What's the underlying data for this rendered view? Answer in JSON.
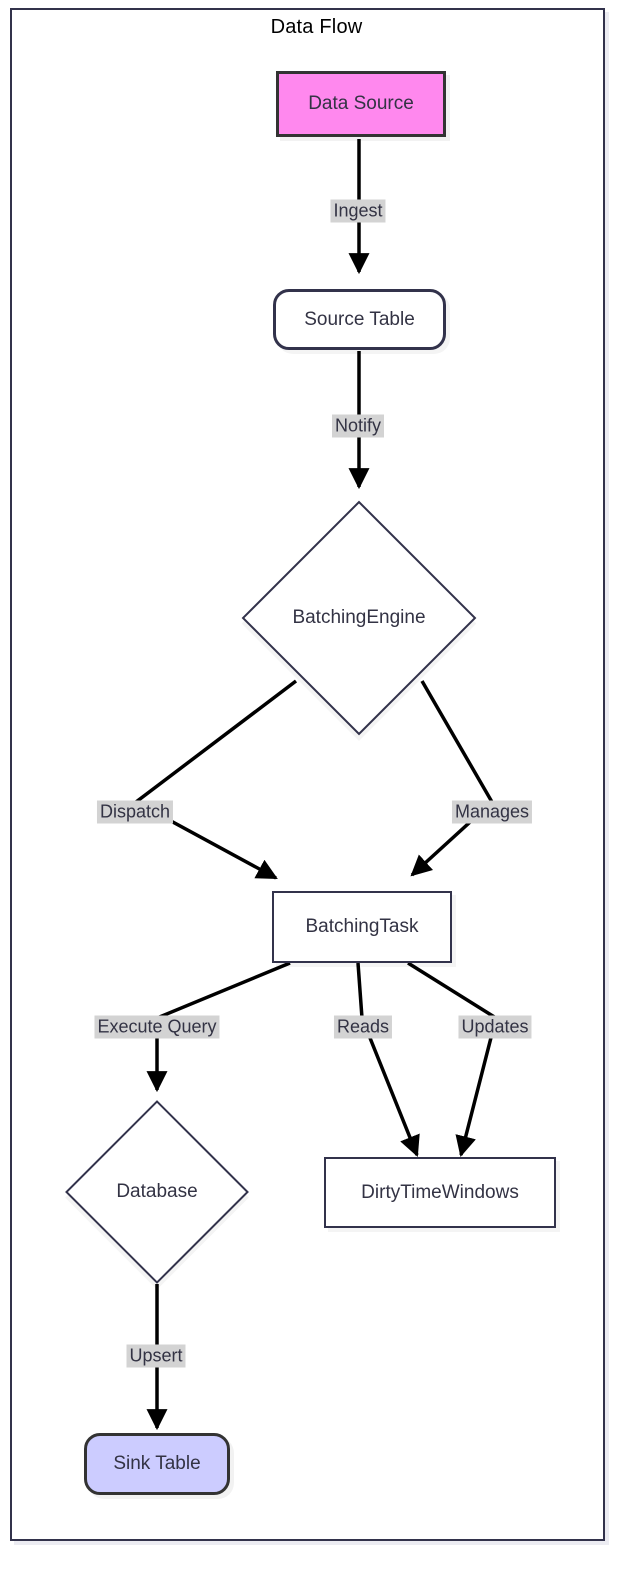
{
  "diagram": {
    "title": "Data Flow",
    "type": "flowchart",
    "direction": "top-down",
    "colors": {
      "frame_border": "#32324b",
      "node_border": "#32324b",
      "node_fill": "#ffffff",
      "text": "#333344",
      "title_text": "#000000",
      "edge_label_bg": "#d3d3d3",
      "data_source_fill": "#ff88ee",
      "sink_table_fill": "#ccccff",
      "edge_stroke": "#000000"
    },
    "nodes": [
      {
        "id": "data-source",
        "label": "Data Source",
        "shape": "rect",
        "fill": "#ff88ee"
      },
      {
        "id": "source-table",
        "label": "Source Table",
        "shape": "rounded",
        "fill": "#ffffff"
      },
      {
        "id": "batching-engine",
        "label": "BatchingEngine",
        "shape": "diamond",
        "fill": "#ffffff"
      },
      {
        "id": "batching-task",
        "label": "BatchingTask",
        "shape": "rect",
        "fill": "#ffffff"
      },
      {
        "id": "database",
        "label": "Database",
        "shape": "diamond",
        "fill": "#ffffff"
      },
      {
        "id": "dirty-time-windows",
        "label": "DirtyTimeWindows",
        "shape": "rect",
        "fill": "#ffffff"
      },
      {
        "id": "sink-table",
        "label": "Sink Table",
        "shape": "rounded",
        "fill": "#ccccff"
      }
    ],
    "edges": [
      {
        "from": "data-source",
        "to": "source-table",
        "label": "Ingest"
      },
      {
        "from": "source-table",
        "to": "batching-engine",
        "label": "Notify"
      },
      {
        "from": "batching-engine",
        "to": "batching-task",
        "label": "Dispatch"
      },
      {
        "from": "batching-engine",
        "to": "batching-task",
        "label": "Manages"
      },
      {
        "from": "batching-task",
        "to": "database",
        "label": "Execute Query"
      },
      {
        "from": "batching-task",
        "to": "dirty-time-windows",
        "label": "Reads"
      },
      {
        "from": "batching-task",
        "to": "dirty-time-windows",
        "label": "Updates"
      },
      {
        "from": "database",
        "to": "sink-table",
        "label": "Upsert"
      }
    ]
  }
}
